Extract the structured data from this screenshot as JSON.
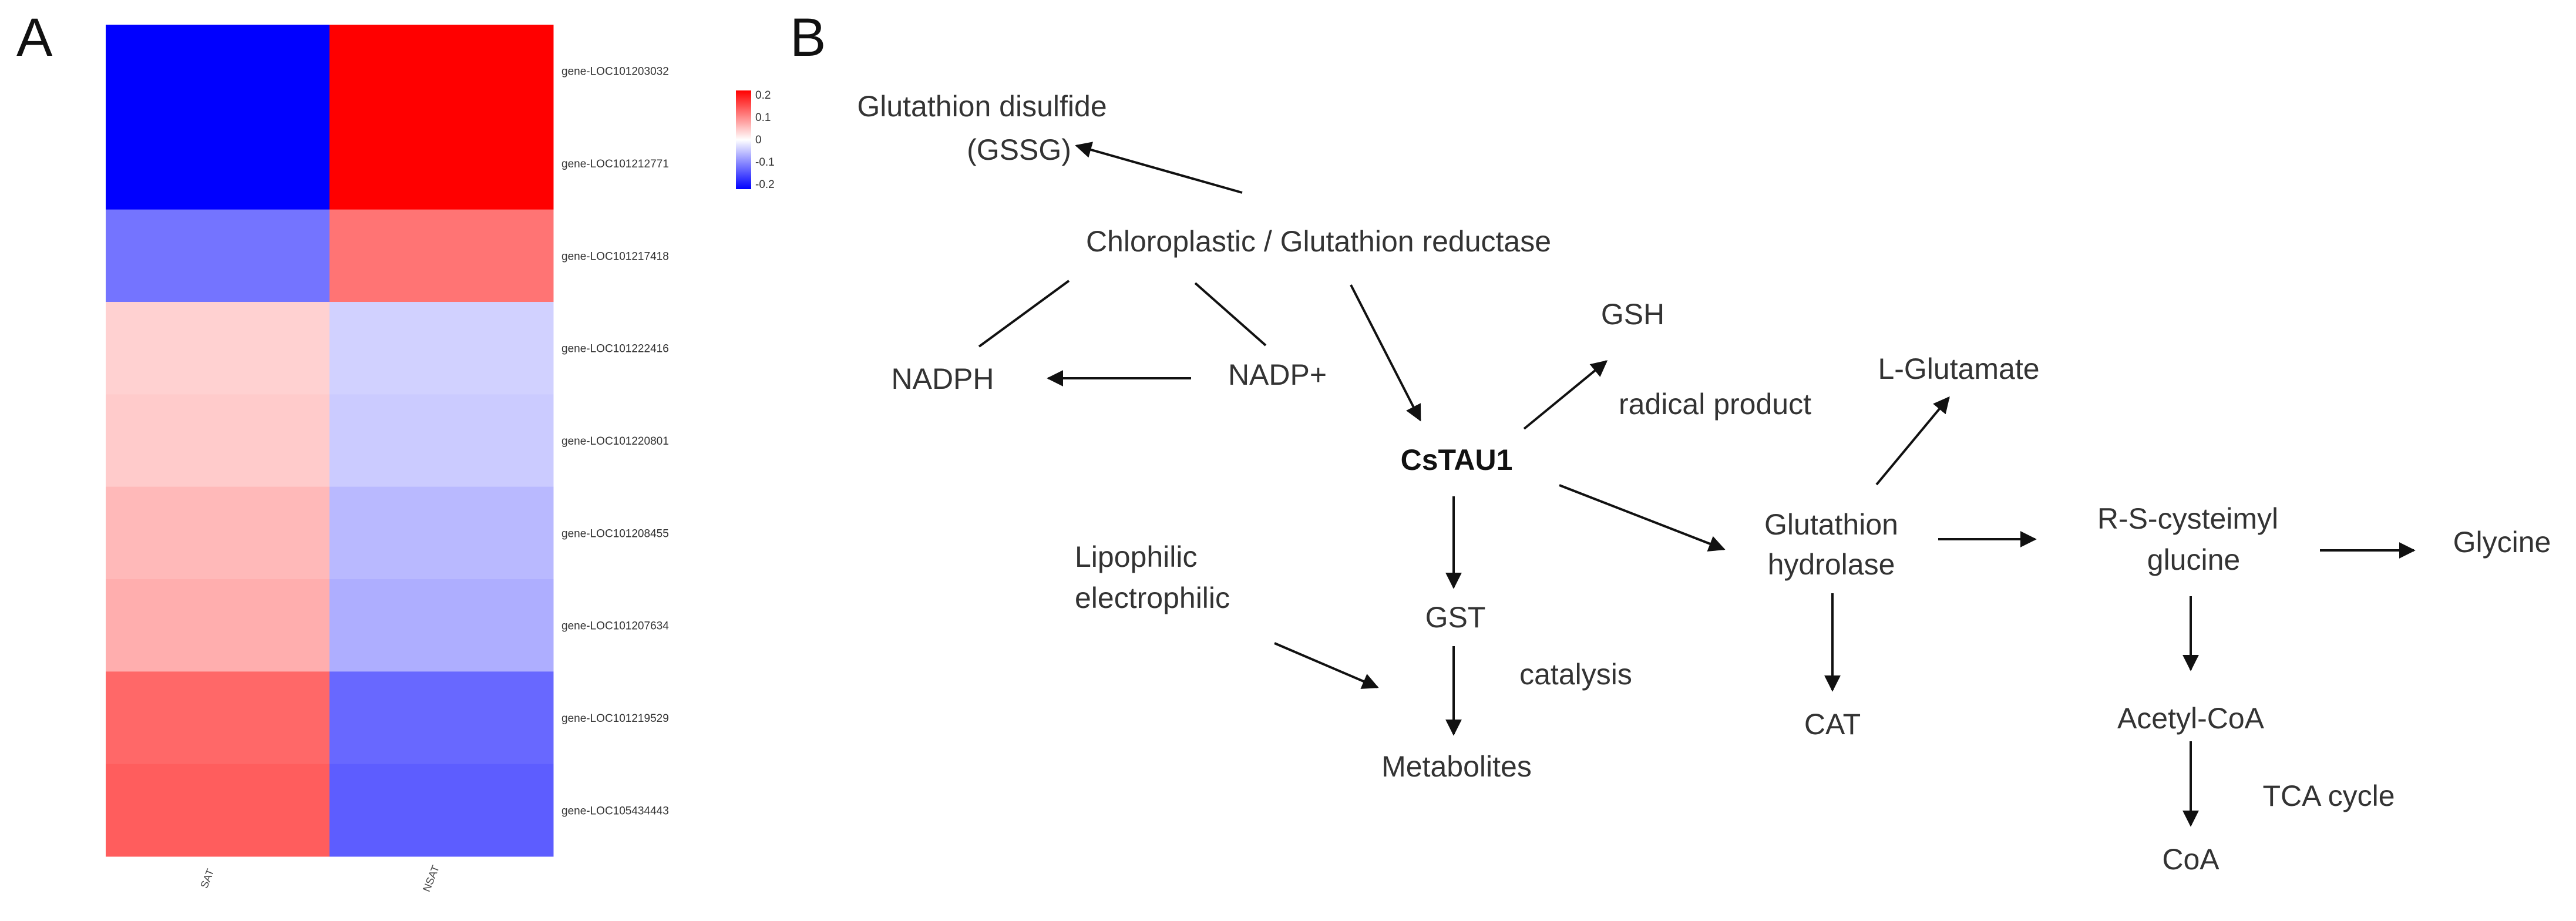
{
  "panels": {
    "a_letter": "A",
    "b_letter": "B"
  },
  "chart_data": {
    "type": "heatmap",
    "columns": [
      "SAT",
      "NSAT"
    ],
    "rows": [
      "gene-LOC101203032",
      "gene-LOC101212771",
      "gene-LOC101217418",
      "gene-LOC101222416",
      "gene-LOC101220801",
      "gene-LOC101208455",
      "gene-LOC101207634",
      "gene-LOC101219529",
      "gene-LOC105434443"
    ],
    "values": [
      [
        -0.22,
        0.22
      ],
      [
        -0.22,
        0.22
      ],
      [
        -0.12,
        0.12
      ],
      [
        0.04,
        -0.04
      ],
      [
        0.045,
        -0.045
      ],
      [
        0.06,
        -0.06
      ],
      [
        0.07,
        -0.07
      ],
      [
        0.13,
        -0.13
      ],
      [
        0.14,
        -0.14
      ]
    ],
    "colorscale": {
      "low": "#0000ff",
      "mid": "#ffffff",
      "high": "#ff0000",
      "min": -0.22,
      "max": 0.22
    },
    "legend_ticks": [
      "0.2",
      "0.1",
      "0",
      "-0.1",
      "-0.2"
    ]
  },
  "pathway": {
    "nodes": {
      "gssg": "Glutathion disulfide",
      "gssg2": "(GSSG)",
      "reductase": "Chloroplastic / Glutathion reductase",
      "gsh": "GSH",
      "nadph": "NADPH",
      "nadp": "NADP+",
      "radical": "radical product",
      "l_glutamate": "L-Glutamate",
      "cstau1": "CsTAU1",
      "lipophilic1": "Lipophilic",
      "lipophilic2": "electrophilic",
      "hydrolase1": "Glutathion",
      "hydrolase2": "hydrolase",
      "rscys1": "R-S-cysteimyl",
      "rscys2": "glucine",
      "glycine": "Glycine",
      "gst": "GST",
      "catalysis": "catalysis",
      "cat": "CAT",
      "acetyl_coa": "Acetyl-CoA",
      "metabolites": "Metabolites",
      "tca": "TCA cycle",
      "coa": "CoA"
    }
  }
}
